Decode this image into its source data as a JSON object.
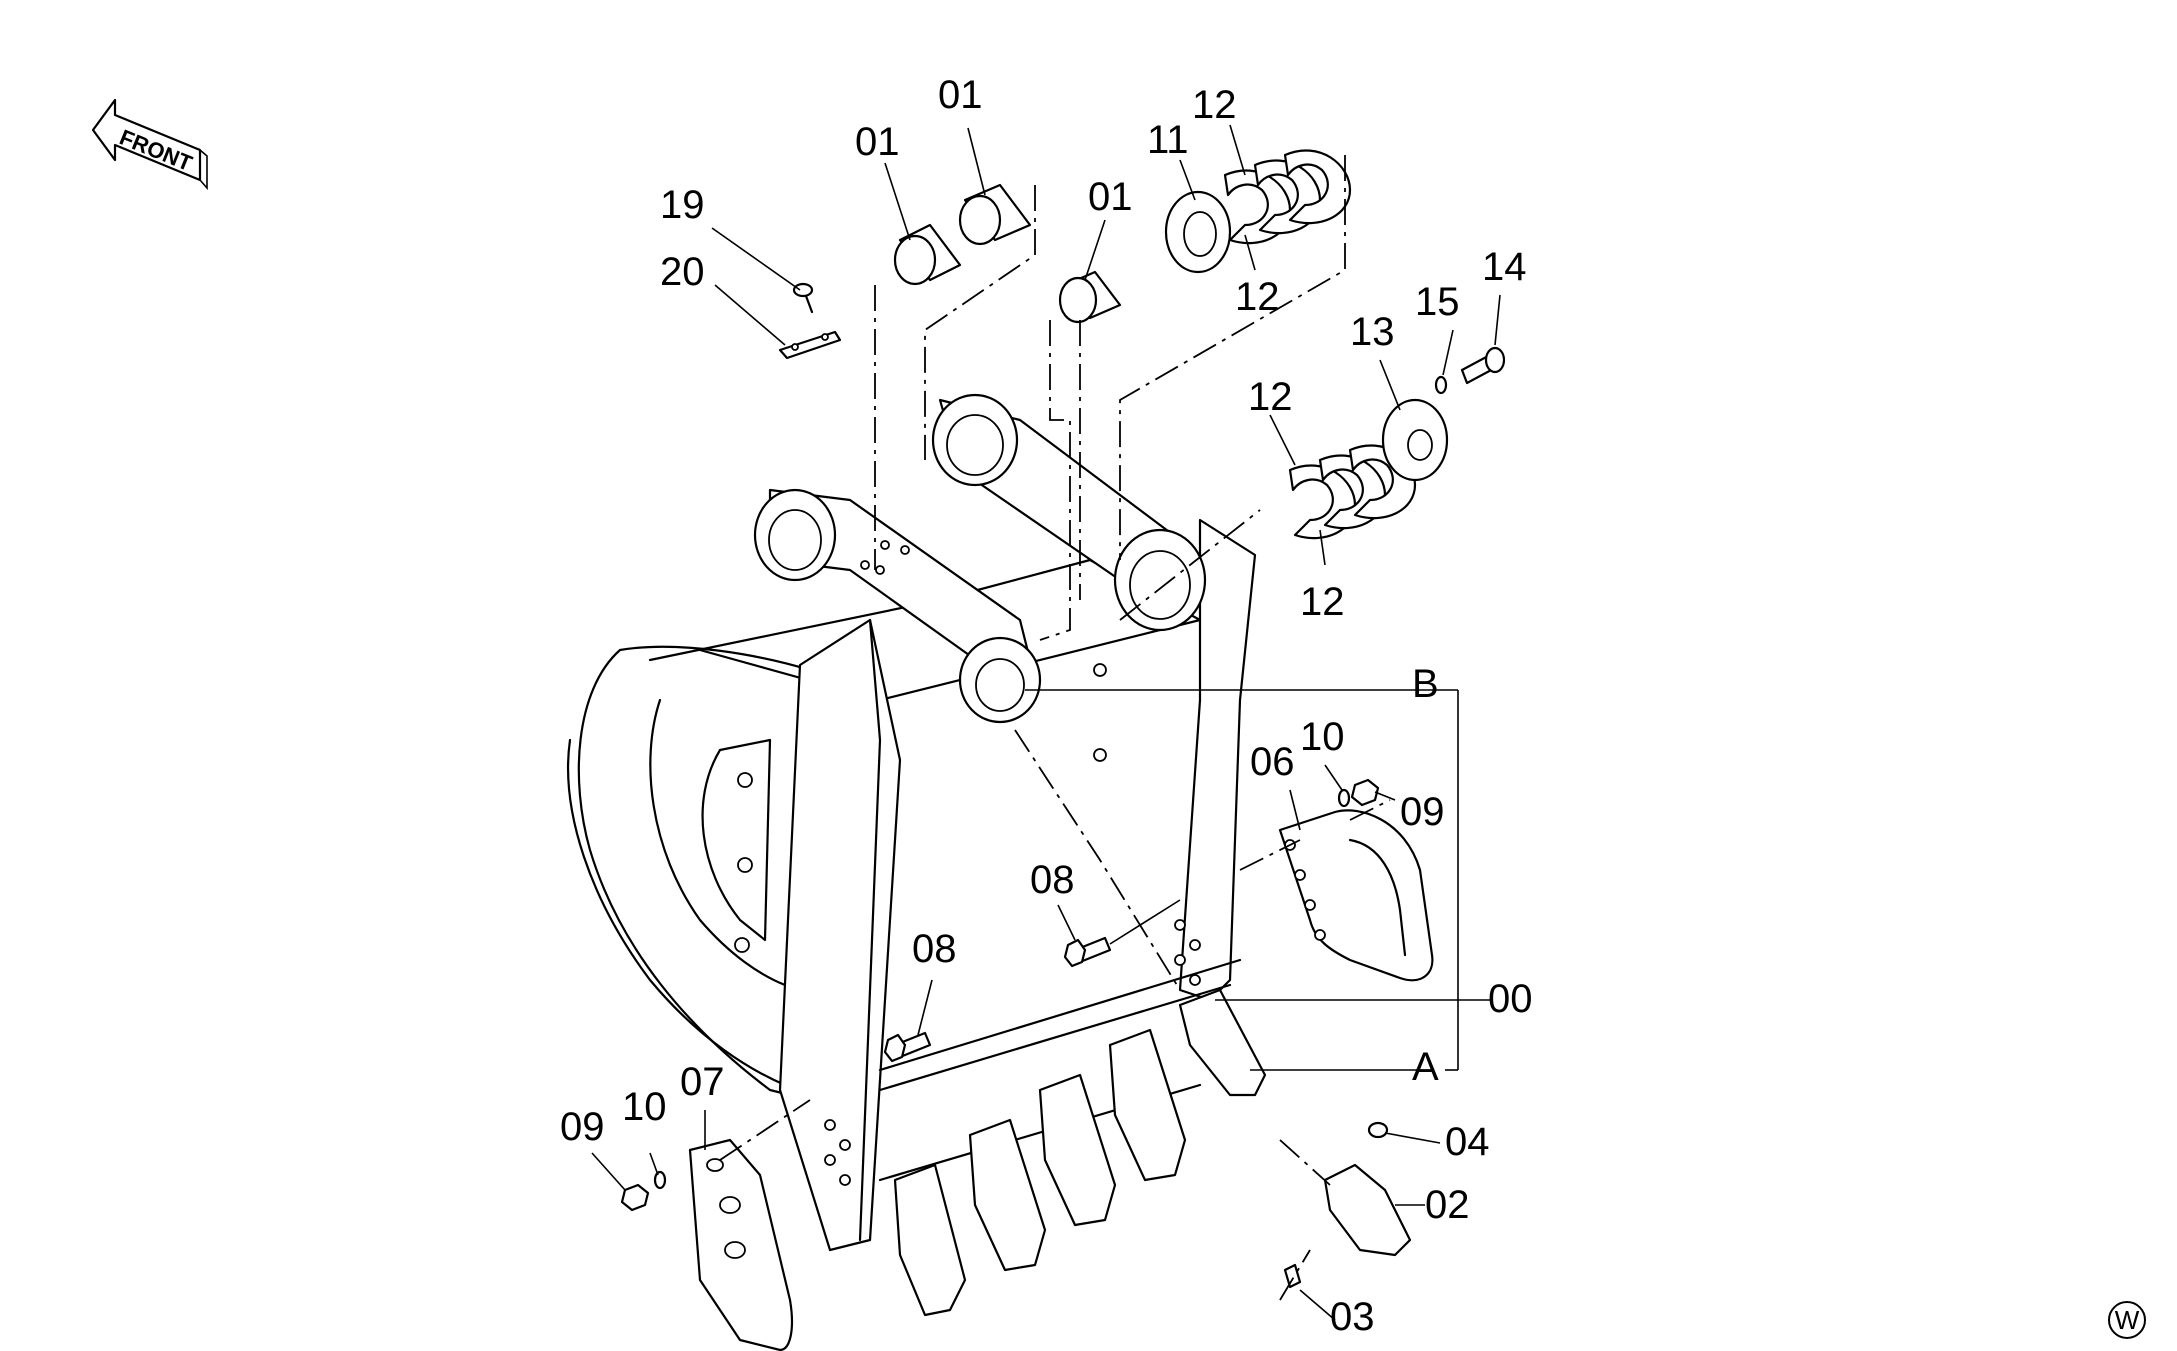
{
  "direction_marker": {
    "text": "FRONT",
    "icon": "arrow-left-icon"
  },
  "corner_mark": {
    "text": "W"
  },
  "part_labels": {
    "l01a": "01",
    "l01b": "01",
    "l01c": "01",
    "l19": "19",
    "l20": "20",
    "l11": "11",
    "l12a": "12",
    "l12b": "12",
    "l12c": "12",
    "l12d": "12",
    "l13": "13",
    "l14": "14",
    "l15": "15",
    "l06": "06",
    "l10a": "10",
    "l09a": "09",
    "l08a": "08",
    "l08b": "08",
    "l00": "00",
    "lB": "B",
    "lA": "A",
    "l07": "07",
    "l09b": "09",
    "l10b": "10",
    "l04": "04",
    "l02": "02",
    "l03": "03"
  }
}
